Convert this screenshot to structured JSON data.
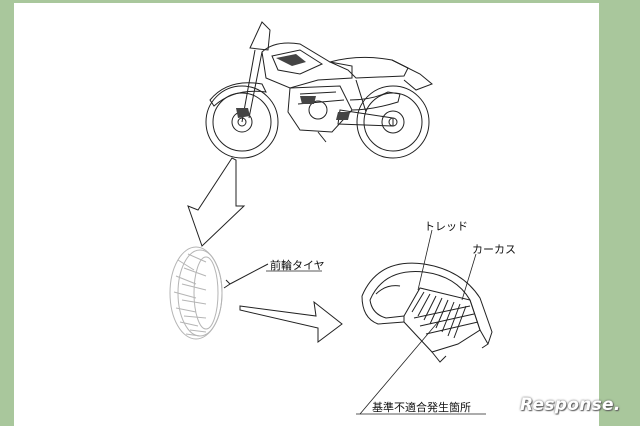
{
  "labels": {
    "front_tire": "前輪タイヤ",
    "tread": "トレッド",
    "carcass": "カーカス",
    "defect_location": "基準不適合発生箇所"
  },
  "watermark": "Response.",
  "colors": {
    "background": "#a9c79c",
    "sheet": "#ffffff",
    "line": "#222222",
    "faded": "#b5b5b5"
  }
}
